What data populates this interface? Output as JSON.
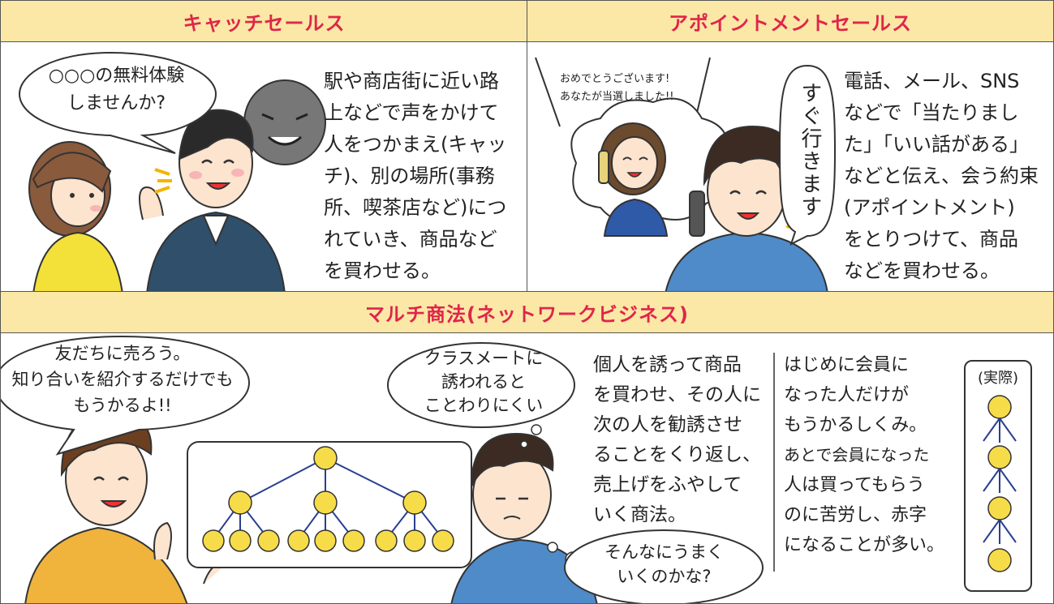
{
  "panels": {
    "catch": {
      "title": "キャッチセールス",
      "bubble": [
        "○○○の無料体験",
        "しませんか?"
      ],
      "text": [
        "駅や商店街に近い路",
        "上などで声をかけて",
        "人をつかまえ(キャッ",
        "チ)、別の場所(事務",
        "所、喫茶店など)につ",
        "れていき、商品など",
        "を買わせる。"
      ]
    },
    "appointment": {
      "title": "アポイントメントセールス",
      "phone_text": [
        "おめでとうございます!",
        "あなたが当選しました!!"
      ],
      "vertical_bubble": "すぐ行きます",
      "text": [
        "電話、メール、SNS",
        "などで「当たりまし",
        "た」「いい話がある」",
        "などと伝え、会う約束",
        "(アポイントメント)",
        "をとりつけて、商品",
        "などを買わせる。"
      ]
    },
    "multi": {
      "title": "マルチ商法(ネットワークビジネス)",
      "bubble_left": [
        "友だちに売ろう。",
        "知り合いを紹介するだけでも",
        "もうかるよ!!"
      ],
      "bubble_thought": [
        "クラスメートに",
        "誘われると",
        "ことわりにくい"
      ],
      "bubble_bottom": [
        "そんなにうまく",
        "いくのかな?"
      ],
      "text_middle": [
        "個人を誘って商品",
        "を買わせ、その人に",
        "次の人を勧誘させ",
        "ることをくり返し、",
        "売上げをふやして",
        "いく商法。"
      ],
      "text_right": [
        "はじめに会員に",
        "なった人だけが",
        "もうかるしくみ。",
        "あとで会員になった",
        "人は買ってもらう",
        "のに苦労し、赤字",
        "になることが多い。"
      ],
      "reality_label": "(実際)"
    }
  },
  "colors": {
    "header_bg": "#fbe8a6",
    "header_text": "#e0254a",
    "smiley": "#f7dc4a"
  }
}
